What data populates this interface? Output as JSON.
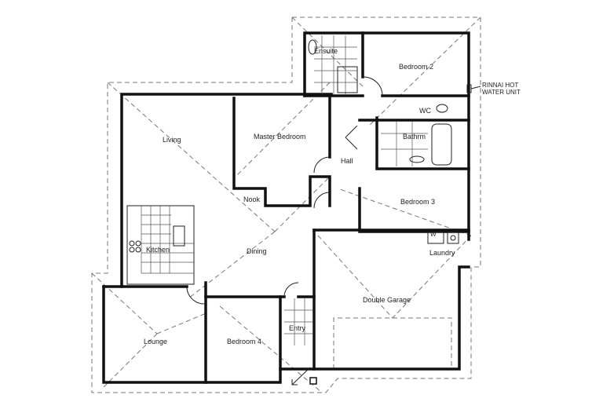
{
  "floor_plan": {
    "rooms": {
      "ensuite": "Ensuite",
      "bedroom2": "Bedroom 2",
      "wc": "WC",
      "bathroom": "Bathrm",
      "master_bedroom": "Master Bedroom",
      "living": "Living",
      "hall": "Hall",
      "nook": "Nook",
      "bedroom3": "Bedroom 3",
      "kitchen": "Kitchen",
      "dining": "Dining",
      "laundry": "Laundry",
      "double_garage": "Double Garage",
      "lounge": "Lounge",
      "bedroom4": "Bedroom 4",
      "entry": "Entry"
    },
    "annotations": {
      "hot_water_line1": "RINNAI HOT",
      "hot_water_line2": "WATER UNIT",
      "laundry_w": "W"
    }
  }
}
